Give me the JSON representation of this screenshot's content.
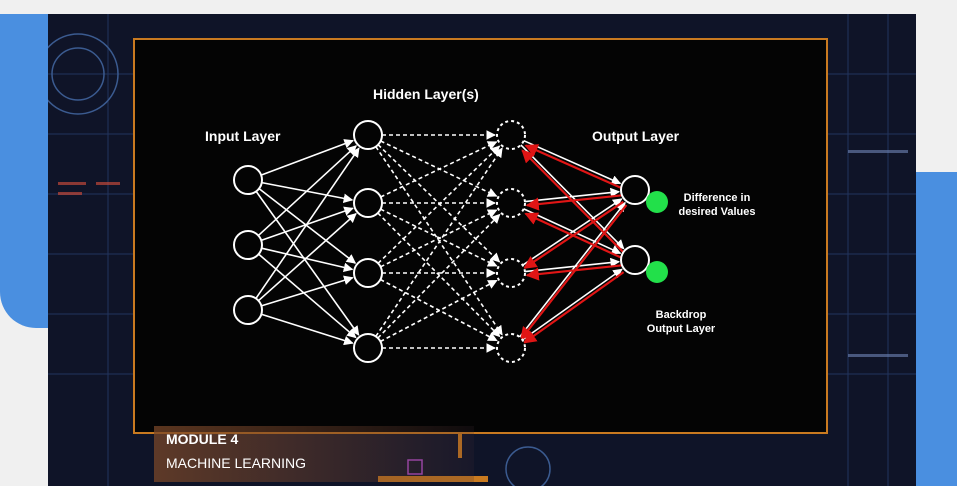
{
  "diagram": {
    "labels": {
      "input_layer": "Input Layer",
      "hidden_layers": "Hidden Layer(s)",
      "output_layer": "Output Layer",
      "difference_note": [
        "Difference in",
        "desired Values"
      ],
      "backdrop_note": [
        "Backdrop",
        "Output Layer"
      ]
    },
    "layers": [
      {
        "name": "input",
        "nodes": 3,
        "style": "solid"
      },
      {
        "name": "hidden-1",
        "nodes": 4,
        "style": "solid"
      },
      {
        "name": "hidden-2",
        "nodes": 4,
        "style": "dashed"
      },
      {
        "name": "output",
        "nodes": 2,
        "style": "solid"
      }
    ],
    "colors": {
      "background": "#040404",
      "frame": "#c97a20",
      "connection": "#ffffff",
      "backprop": "#e01515",
      "error_marker": "#22e04a"
    }
  },
  "module": {
    "number": "MODULE 4",
    "title": "MACHINE LEARNING"
  }
}
